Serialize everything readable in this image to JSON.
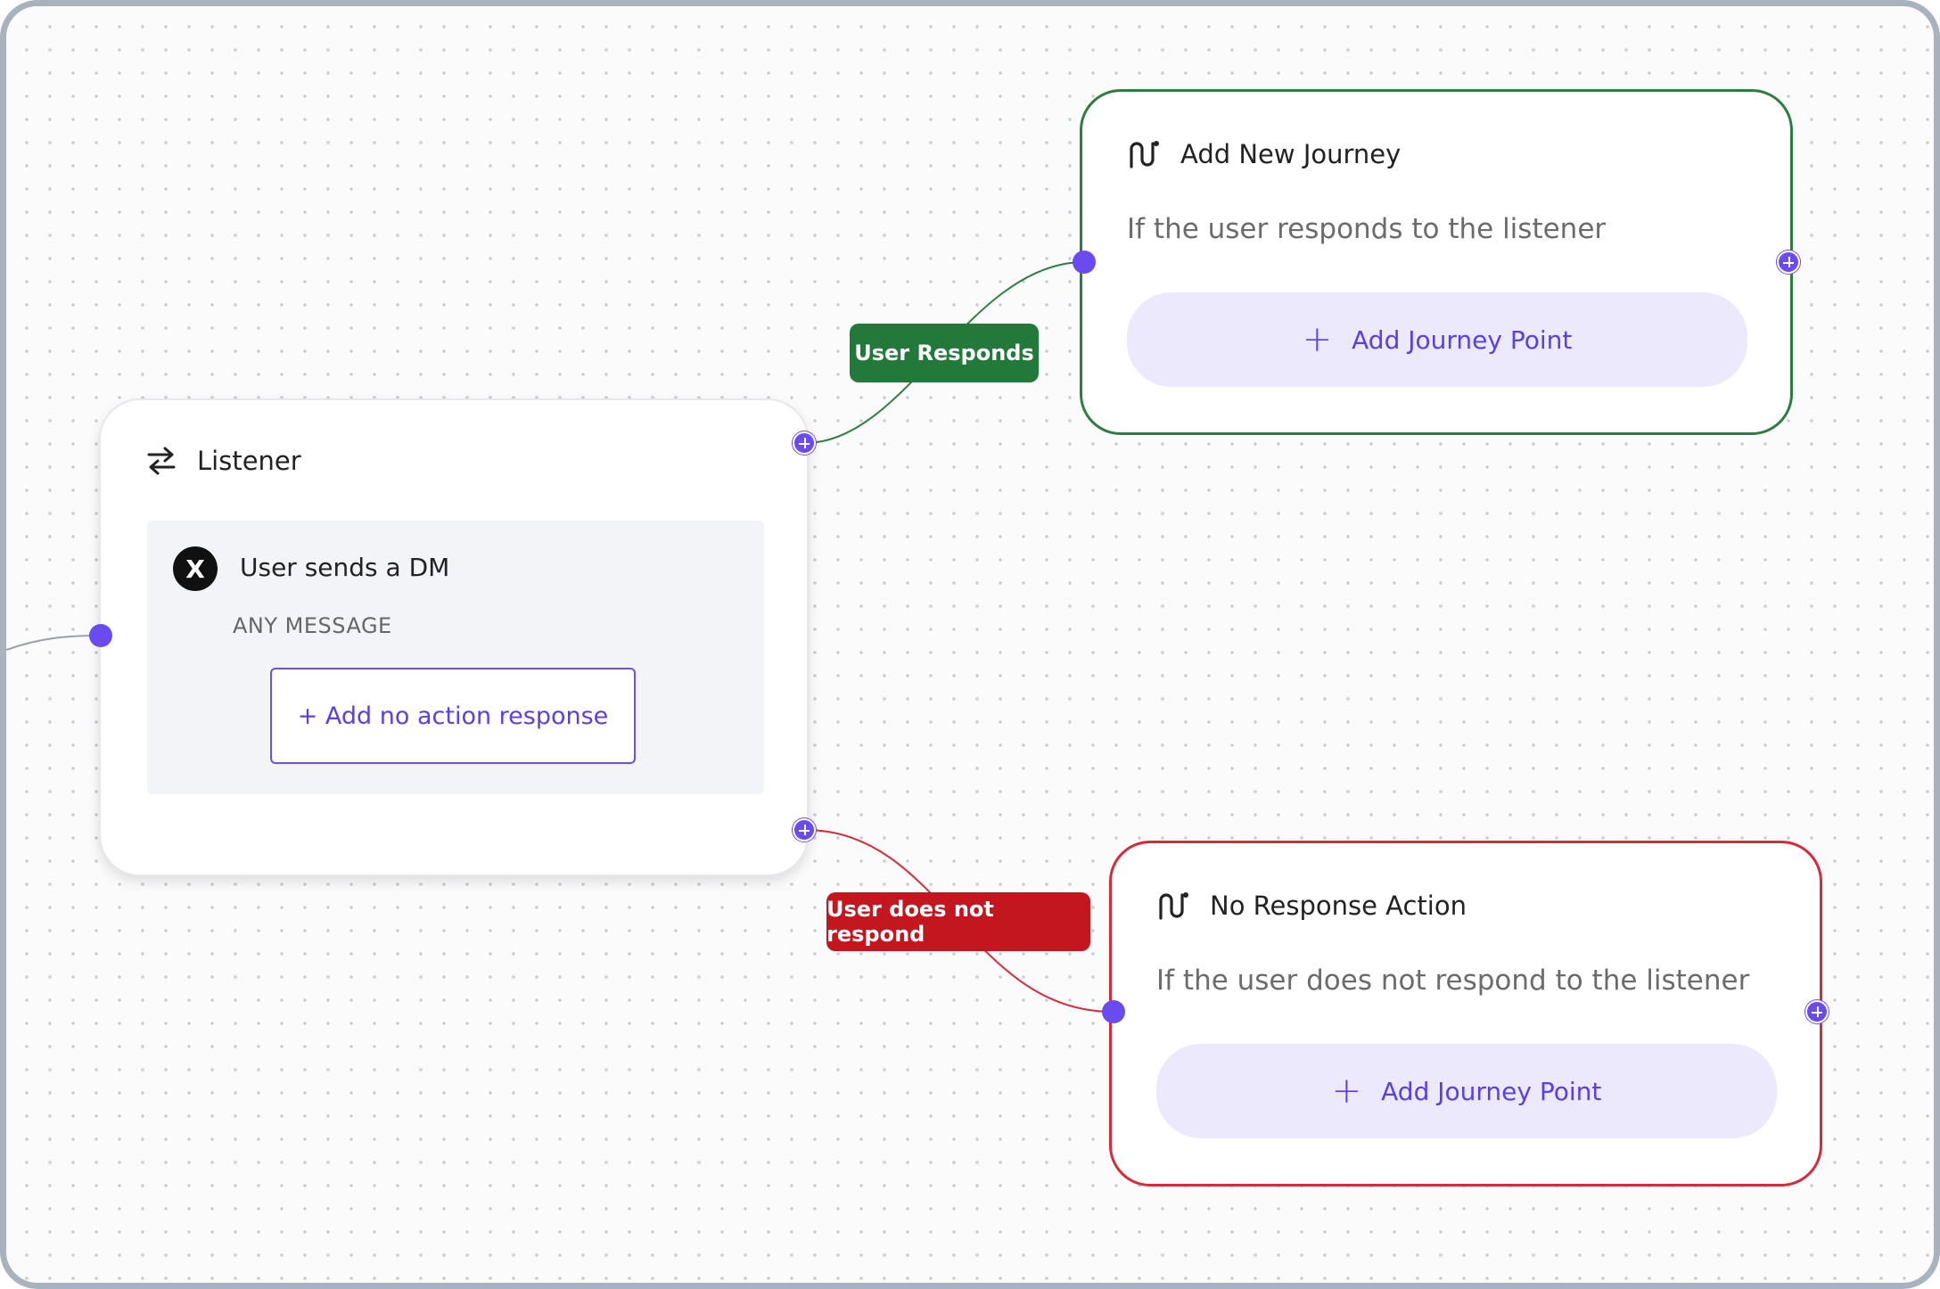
{
  "colors": {
    "accent": "#6a4bf0",
    "success_edge": "#2f7d3e",
    "failure_edge": "#d9283a",
    "pill_green": "#23793a",
    "pill_red": "#c4161f",
    "add_point_bg": "#ede9fc"
  },
  "listener": {
    "icon": "swap-arrows-icon",
    "title": "Listener",
    "trigger": {
      "platform_icon": "x-logo-icon",
      "platform_glyph": "X",
      "label": "User sends a DM",
      "filter": "ANY MESSAGE",
      "add_no_action_label": "+ Add no action response"
    }
  },
  "edges": {
    "responds_label": "User Responds",
    "not_respond_label": "User does not respond"
  },
  "journeys": [
    {
      "icon": "route-icon",
      "title": "Add New Journey",
      "description": "If the user responds to the listener",
      "add_point_label": "Add Journey Point"
    },
    {
      "icon": "route-icon",
      "title": "No Response Action",
      "description": "If the user does not respond to the listener",
      "add_point_label": "Add Journey Point"
    }
  ]
}
